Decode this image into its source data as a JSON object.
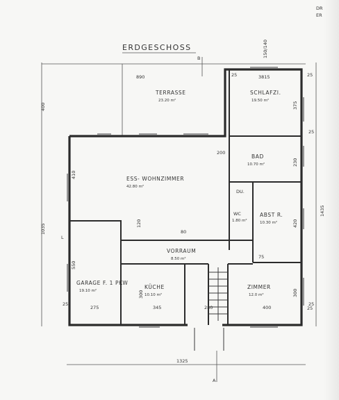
{
  "title": "ERDGESCHOSS",
  "corner_text": [
    "DR",
    "ER"
  ],
  "section_marks": {
    "top": "B",
    "bottom": "A"
  },
  "rooms": {
    "terrasse": {
      "name": "TERRASSE",
      "area": "23.20 m²"
    },
    "schlafzi": {
      "name": "SCHLAFZI.",
      "area": "19.50 m²"
    },
    "bad": {
      "name": "BAD",
      "area": "10.70 m²"
    },
    "wohn": {
      "name": "ESS- WOHNZIMMER",
      "area": "42.80 m²"
    },
    "du": {
      "name": "DU."
    },
    "wc": {
      "name": "WC",
      "area": "1.80 m²"
    },
    "abstr": {
      "name": "ABST R.",
      "area": "10.30 m²"
    },
    "vorraum": {
      "name": "VORRAUM",
      "area": "8.50 m²"
    },
    "garage": {
      "name": "GARAGE F. 1 PKW",
      "area": "19.10 m²"
    },
    "kueche": {
      "name": "KÜCHE",
      "area": "10.10 m²"
    },
    "zimmer": {
      "name": "ZIMMER",
      "area": "12.0 m²"
    }
  },
  "dims": {
    "top_890": "890",
    "top_3815": "3815",
    "top_25a": "25",
    "top_25b": "25",
    "top_150_140": "150/140",
    "right_375": "375",
    "right_230": "230",
    "right_420": "420",
    "right_300": "300",
    "right_25a": "25",
    "right_25b": "25",
    "right_1435": "1435",
    "left_400": "400",
    "left_410": "410",
    "left_1035": "1035",
    "left_550": "550",
    "left_L": "L",
    "bot_275": "275",
    "bot_345": "345",
    "bot_280": "280",
    "bot_400": "400",
    "bot_25a": "25",
    "bot_25b": "25",
    "bot_1325": "1325",
    "mid_120": "120",
    "mid_80": "80",
    "mid_300": "300",
    "mid_75": "75",
    "mid_200": "200"
  }
}
